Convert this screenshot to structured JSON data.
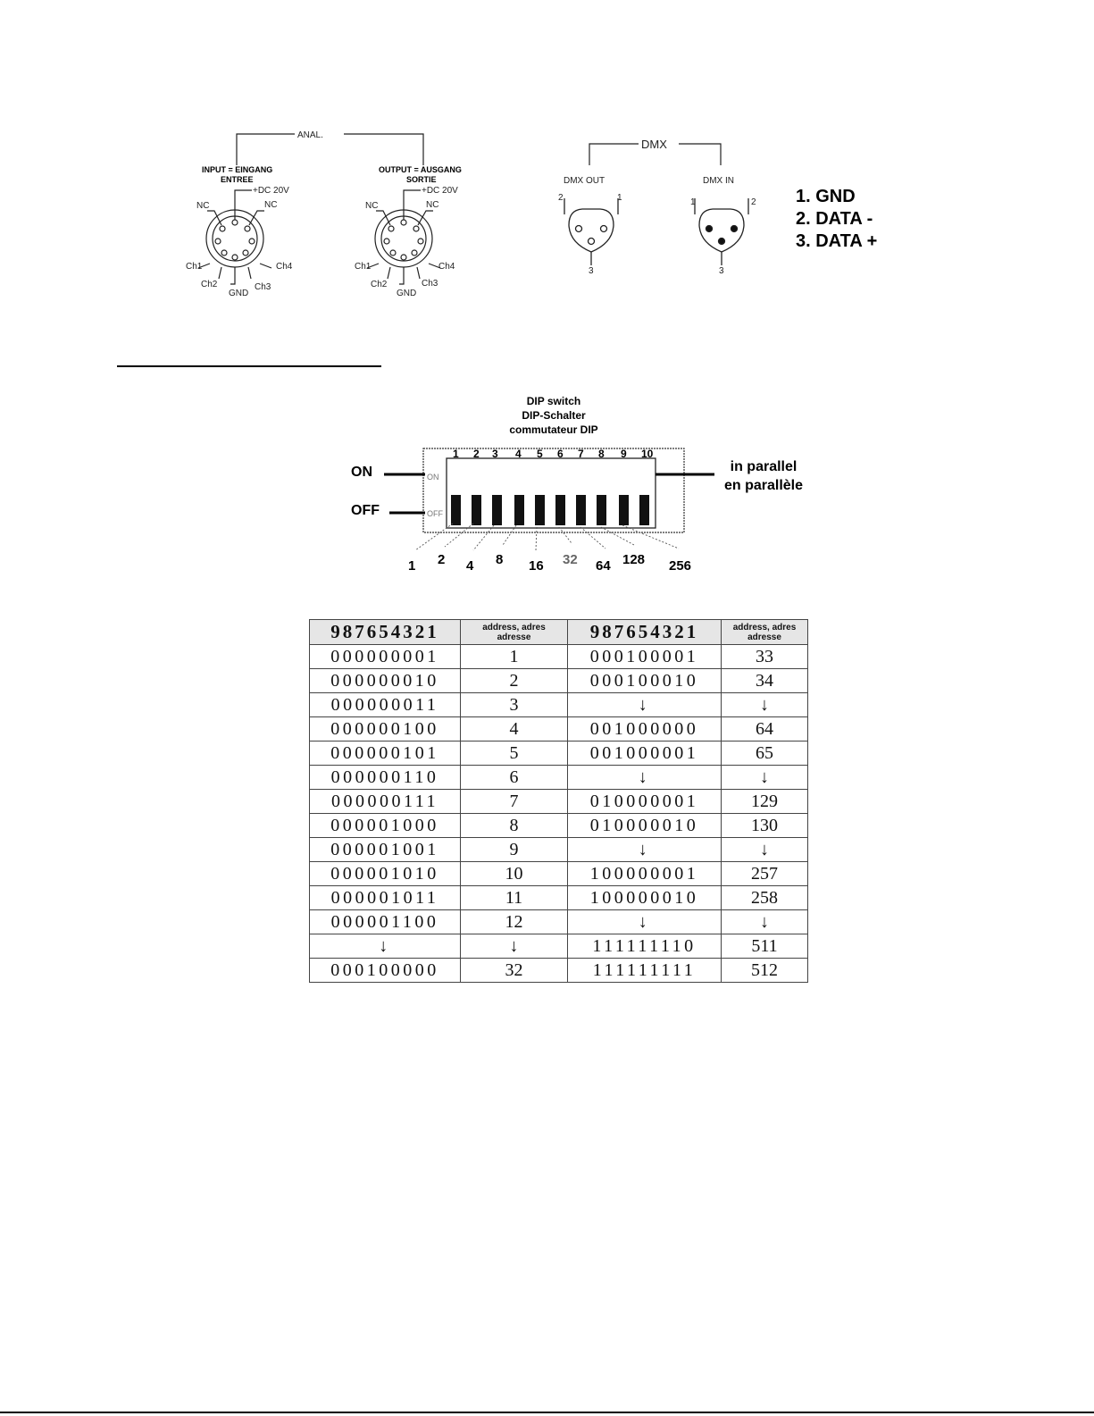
{
  "analog": {
    "label": "ANAL.",
    "input_label_1": "INPUT = EINGANG",
    "input_label_2": "ENTREE",
    "output_label_1": "OUTPUT = AUSGANG",
    "output_label_2": "SORTIE",
    "pins": {
      "dc": "+DC 20V",
      "nc": "NC",
      "ch1": "Ch1",
      "ch2": "Ch2",
      "ch3": "Ch3",
      "ch4": "Ch4",
      "gnd": "GND"
    }
  },
  "dmx": {
    "label": "DMX",
    "out_label": "DMX OUT",
    "in_label": "DMX IN",
    "pin_numbers": [
      "1",
      "2",
      "3"
    ],
    "legend": [
      "1. GND",
      "2. DATA -",
      "3. DATA +"
    ]
  },
  "dip": {
    "title": [
      "DIP switch",
      "DIP-Schalter",
      "commutateur DIP"
    ],
    "on_label": "ON",
    "off_label": "OFF",
    "switch_on": "ON",
    "switch_off": "OFF",
    "switch_numbers": [
      "1",
      "2",
      "3",
      "4",
      "5",
      "6",
      "7",
      "8",
      "9",
      "10"
    ],
    "values": [
      "1",
      "2",
      "4",
      "8",
      "16",
      "32",
      "64",
      "128",
      "256"
    ],
    "parallel": [
      "in parallel",
      "en parallèle"
    ]
  },
  "table": {
    "headers": [
      "987654321",
      "address, adres adresse",
      "987654321",
      "address, adres adresse"
    ],
    "rows": [
      [
        "000000001",
        "1",
        "000100001",
        "33"
      ],
      [
        "000000010",
        "2",
        "000100010",
        "34"
      ],
      [
        "000000011",
        "3",
        "↓",
        "↓"
      ],
      [
        "000000100",
        "4",
        "001000000",
        "64"
      ],
      [
        "000000101",
        "5",
        "001000001",
        "65"
      ],
      [
        "000000110",
        "6",
        "↓",
        "↓"
      ],
      [
        "000000111",
        "7",
        "010000001",
        "129"
      ],
      [
        "000001000",
        "8",
        "010000010",
        "130"
      ],
      [
        "000001001",
        "9",
        "↓",
        "↓"
      ],
      [
        "000001010",
        "10",
        "100000001",
        "257"
      ],
      [
        "000001011",
        "11",
        "100000010",
        "258"
      ],
      [
        "000001100",
        "12",
        "↓",
        "↓"
      ],
      [
        "↓",
        "↓",
        "111111110",
        "511"
      ],
      [
        "000100000",
        "32",
        "111111111",
        "512"
      ]
    ]
  }
}
